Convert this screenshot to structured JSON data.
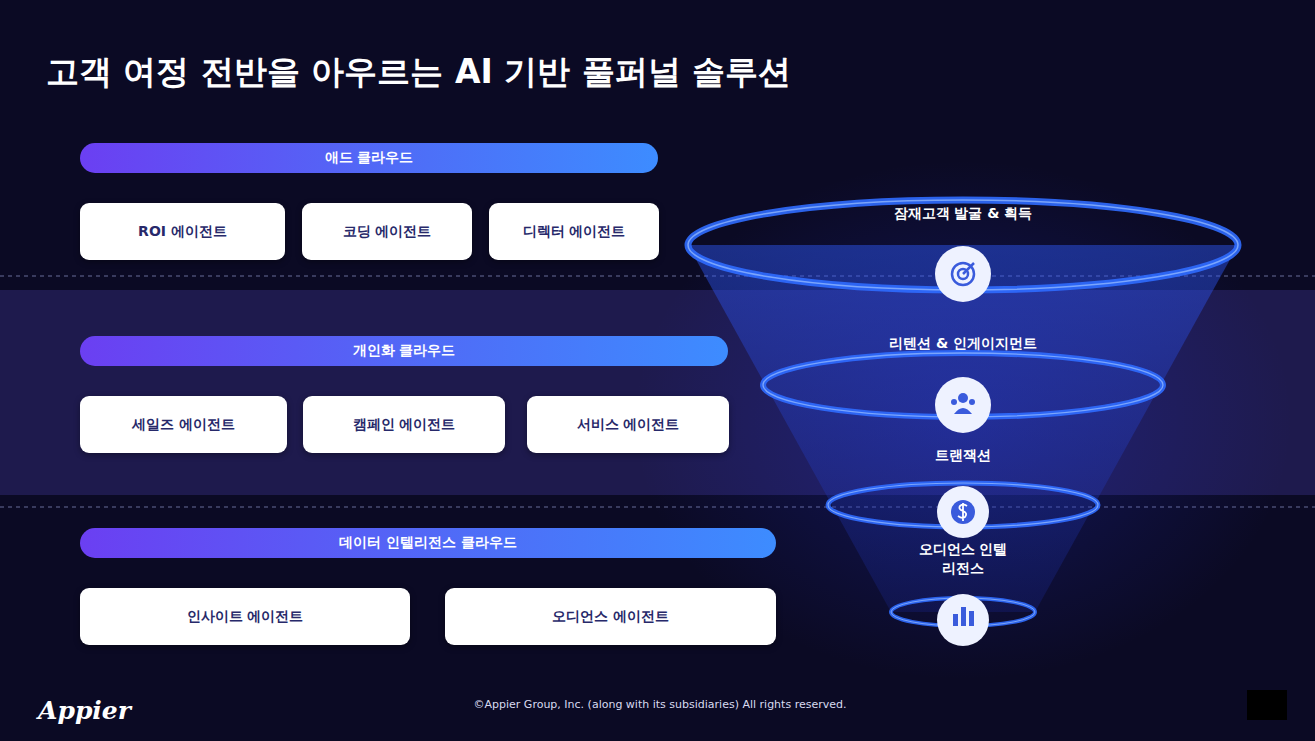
{
  "diagram": {
    "title": "고객 여정 전반을 아우르는 AI 기반 풀퍼널 솔루션",
    "nodes": [
      {
        "text": [
          "애드 클라우드"
        ]
      },
      {
        "text": [
          "ROI 에이전트"
        ]
      },
      {
        "text": [
          "코딩 에이전트"
        ]
      },
      {
        "text": [
          "디렉터 에이전트"
        ]
      },
      {
        "text": [
          "개인화 클라우드"
        ]
      },
      {
        "text": [
          "세일즈 에이전트"
        ]
      },
      {
        "text": [
          "캠페인 에이전트"
        ]
      },
      {
        "text": [
          "서비스 에이전트"
        ]
      },
      {
        "text": [
          "데이터 인텔리전스 클라우드"
        ]
      },
      {
        "text": [
          "인사이트 에이전트"
        ]
      },
      {
        "text": [
          "오디언스 에이전트"
        ]
      }
    ],
    "labels": [
      "잠재고객 발굴 & 획득",
      "리텐션 & 인게이지먼트",
      "트랜잭션",
      "오디언스 인텔리전스",
      "Appier",
      "©Appier Group, Inc. (along with its subsidiaries) All rights reserved."
    ]
  }
}
